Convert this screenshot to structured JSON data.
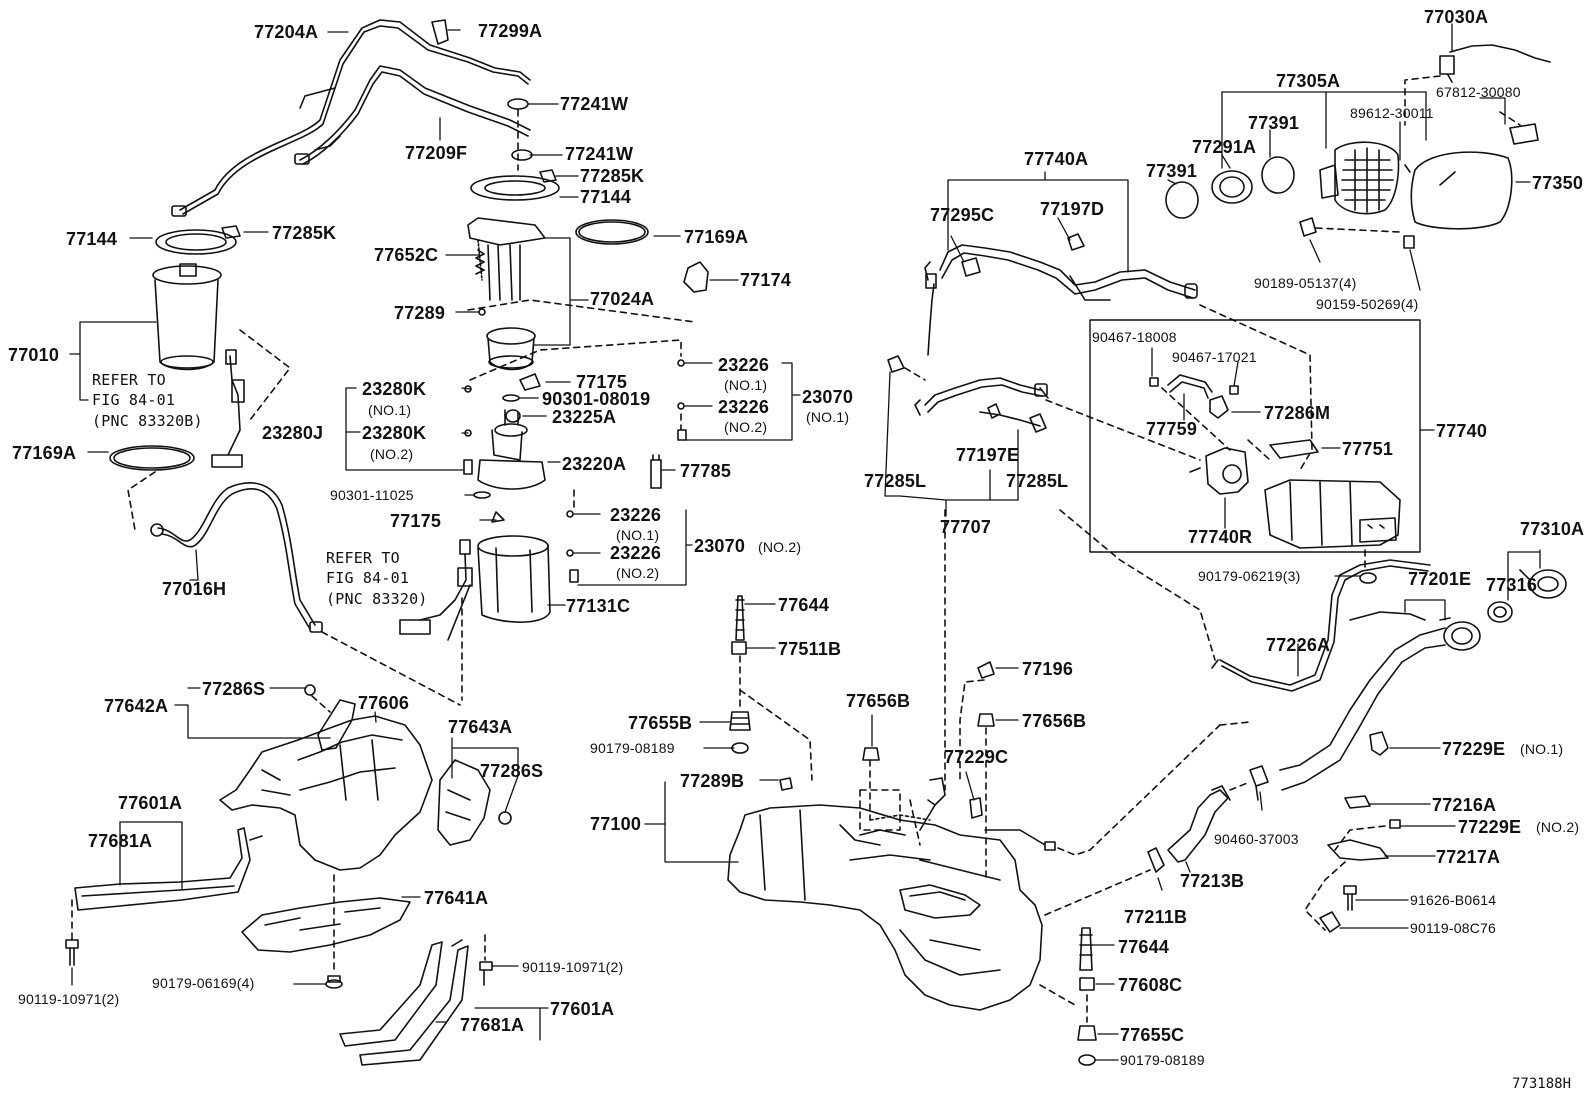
{
  "figure_id": "773188H",
  "notes": {
    "refer_left": [
      "REFER TO",
      "FIG 84-01",
      "(PNC 83320B)"
    ],
    "refer_mid": [
      "REFER TO",
      "FIG 84-01",
      "(PNC 83320)"
    ]
  },
  "parts": [
    {
      "id": "p1",
      "code": "77204A"
    },
    {
      "id": "p2",
      "code": "77299A"
    },
    {
      "id": "p3",
      "code": "77241W"
    },
    {
      "id": "p4",
      "code": "77209F"
    },
    {
      "id": "p5",
      "code": "77241W"
    },
    {
      "id": "p6",
      "code": "77285K"
    },
    {
      "id": "p7",
      "code": "77144"
    },
    {
      "id": "p8",
      "code": "77144"
    },
    {
      "id": "p9",
      "code": "77285K"
    },
    {
      "id": "p10",
      "code": "77169A"
    },
    {
      "id": "p11",
      "code": "77652C"
    },
    {
      "id": "p12",
      "code": "77024A"
    },
    {
      "id": "p13",
      "code": "77174"
    },
    {
      "id": "p14",
      "code": "77010"
    },
    {
      "id": "p15",
      "code": "77289"
    },
    {
      "id": "p16",
      "code": "23226"
    },
    {
      "id": "p17",
      "code": "(NO.1)"
    },
    {
      "id": "p18",
      "code": "23070"
    },
    {
      "id": "p19",
      "code": "(NO.1)"
    },
    {
      "id": "p20",
      "code": "77175"
    },
    {
      "id": "p21",
      "code": "23280K"
    },
    {
      "id": "p22",
      "code": "(NO.1)"
    },
    {
      "id": "p23",
      "code": "90301-08019"
    },
    {
      "id": "p24",
      "code": "23226"
    },
    {
      "id": "p25",
      "code": "(NO.2)"
    },
    {
      "id": "p26",
      "code": "23225A"
    },
    {
      "id": "p27",
      "code": "23280J"
    },
    {
      "id": "p28",
      "code": "23280K"
    },
    {
      "id": "p29",
      "code": "(NO.2)"
    },
    {
      "id": "p30",
      "code": "77169A"
    },
    {
      "id": "p31",
      "code": "23220A"
    },
    {
      "id": "p32",
      "code": "77785"
    },
    {
      "id": "p33",
      "code": "90301-11025"
    },
    {
      "id": "p34",
      "code": "23226"
    },
    {
      "id": "p35",
      "code": "(NO.1)"
    },
    {
      "id": "p36",
      "code": "77175"
    },
    {
      "id": "p37",
      "code": "23226"
    },
    {
      "id": "p38",
      "code": "23070"
    },
    {
      "id": "p39",
      "code": "(NO.2)"
    },
    {
      "id": "p40",
      "code": "(NO.2)"
    },
    {
      "id": "p41",
      "code": "77016H"
    },
    {
      "id": "p42",
      "code": "77131C"
    },
    {
      "id": "p43",
      "code": "77644"
    },
    {
      "id": "p44",
      "code": "77511B"
    },
    {
      "id": "p45",
      "code": "77642A"
    },
    {
      "id": "p46",
      "code": "77286S"
    },
    {
      "id": "p47",
      "code": "77606"
    },
    {
      "id": "p48",
      "code": "77643A"
    },
    {
      "id": "p49",
      "code": "77286S"
    },
    {
      "id": "p50",
      "code": "77601A"
    },
    {
      "id": "p51",
      "code": "77681A"
    },
    {
      "id": "p52",
      "code": "77641A"
    },
    {
      "id": "p53",
      "code": "90119-10971(2)"
    },
    {
      "id": "p54",
      "code": "90179-06169(4)"
    },
    {
      "id": "p55",
      "code": "90119-10971(2)"
    },
    {
      "id": "p56",
      "code": "77681A"
    },
    {
      "id": "p57",
      "code": "77601A"
    },
    {
      "id": "p58",
      "code": "77655B"
    },
    {
      "id": "p59",
      "code": "90179-08189"
    },
    {
      "id": "p60",
      "code": "77289B"
    },
    {
      "id": "p61",
      "code": "77100"
    },
    {
      "id": "p62",
      "code": "77656B"
    },
    {
      "id": "p63",
      "code": "77196"
    },
    {
      "id": "p64",
      "code": "77656B"
    },
    {
      "id": "p65",
      "code": "77229C"
    },
    {
      "id": "p66",
      "code": "77644"
    },
    {
      "id": "p67",
      "code": "77608C"
    },
    {
      "id": "p68",
      "code": "77655C"
    },
    {
      "id": "p69",
      "code": "90179-08189"
    },
    {
      "id": "p70",
      "code": "77211B"
    },
    {
      "id": "p71",
      "code": "77213B"
    },
    {
      "id": "p72",
      "code": "90460-37003"
    },
    {
      "id": "p73",
      "code": "77740A"
    },
    {
      "id": "p74",
      "code": "77295C"
    },
    {
      "id": "p75",
      "code": "77197D"
    },
    {
      "id": "p76",
      "code": "77285L"
    },
    {
      "id": "p77",
      "code": "77197E"
    },
    {
      "id": "p78",
      "code": "77285L"
    },
    {
      "id": "p79",
      "code": "77707"
    },
    {
      "id": "p80",
      "code": "77030A"
    },
    {
      "id": "p81",
      "code": "77305A"
    },
    {
      "id": "p82",
      "code": "67812-30080"
    },
    {
      "id": "p83",
      "code": "89612-30011"
    },
    {
      "id": "p84",
      "code": "77391"
    },
    {
      "id": "p85",
      "code": "77291A"
    },
    {
      "id": "p86",
      "code": "77391"
    },
    {
      "id": "p87",
      "code": "77350"
    },
    {
      "id": "p88",
      "code": "90189-05137(4)"
    },
    {
      "id": "p89",
      "code": "90159-50269(4)"
    },
    {
      "id": "p90",
      "code": "90467-18008"
    },
    {
      "id": "p91",
      "code": "90467-17021"
    },
    {
      "id": "p92",
      "code": "77759"
    },
    {
      "id": "p93",
      "code": "77286M"
    },
    {
      "id": "p94",
      "code": "77740"
    },
    {
      "id": "p95",
      "code": "77751"
    },
    {
      "id": "p96",
      "code": "77740R"
    },
    {
      "id": "p97",
      "code": "90179-06219(3)"
    },
    {
      "id": "p98",
      "code": "77310A"
    },
    {
      "id": "p99",
      "code": "77201E"
    },
    {
      "id": "p100",
      "code": "77316"
    },
    {
      "id": "p101",
      "code": "77226A"
    },
    {
      "id": "p102",
      "code": "77229E"
    },
    {
      "id": "p103",
      "code": "(NO.1)"
    },
    {
      "id": "p104",
      "code": "77216A"
    },
    {
      "id": "p105",
      "code": "77229E"
    },
    {
      "id": "p106",
      "code": "(NO.2)"
    },
    {
      "id": "p107",
      "code": "77217A"
    },
    {
      "id": "p108",
      "code": "91626-B0614"
    },
    {
      "id": "p109",
      "code": "90119-08C76"
    }
  ]
}
